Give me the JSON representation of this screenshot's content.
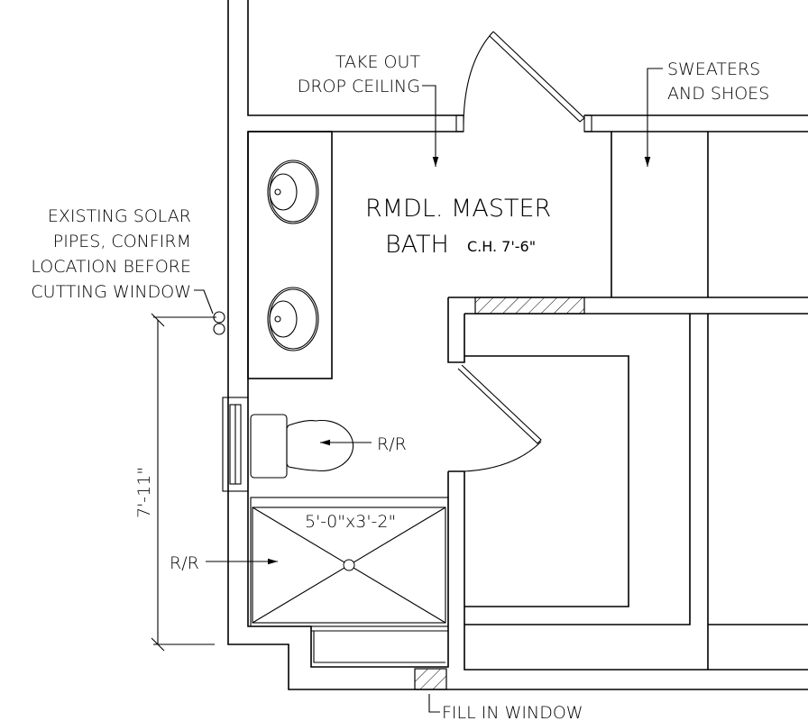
{
  "room": {
    "name_line1": "RMDL. MASTER",
    "name_line2": "BATH",
    "ceiling_height": "C.H. 7'-6\""
  },
  "notes": {
    "drop_ceiling": [
      "TAKE OUT",
      "DROP CEILING"
    ],
    "closet": [
      "SWEATERS",
      "AND SHOES"
    ],
    "solar_pipes": [
      "EXISTING SOLAR",
      "PIPES, CONFIRM",
      "LOCATION BEFORE",
      "CUTTING WINDOW"
    ],
    "toilet": "R/R",
    "shower": "R/R",
    "window": "FILL IN WINDOW"
  },
  "shower_size": "5'-0\"x3'-2\"",
  "dimension": "7'-11\"",
  "colors": {
    "line": "#000000",
    "background": "#ffffff"
  }
}
